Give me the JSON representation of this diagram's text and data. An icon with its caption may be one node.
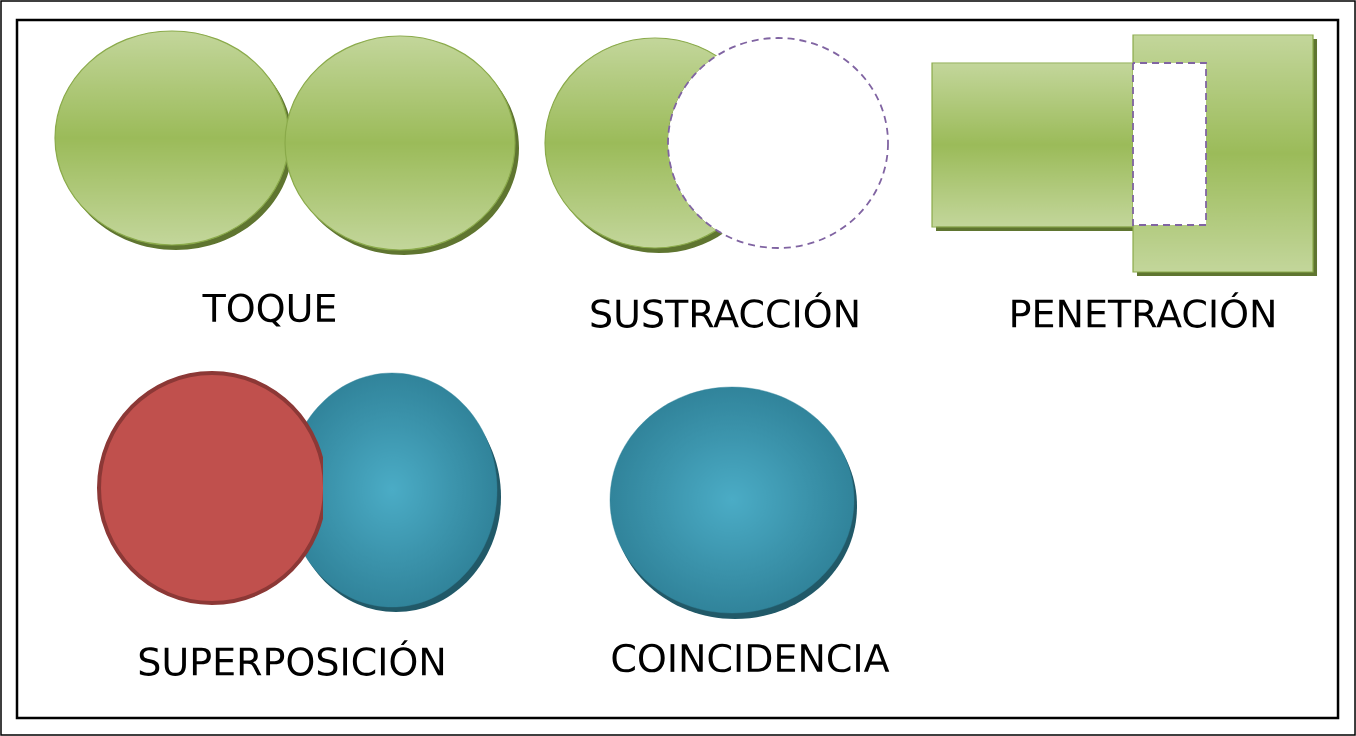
{
  "diagram": {
    "labels": [
      "TOQUE",
      "SUSTRACCIÓN",
      "PENETRACIÓN",
      "SUPERPOSICIÓN",
      "COINCIDENCIA"
    ]
  }
}
